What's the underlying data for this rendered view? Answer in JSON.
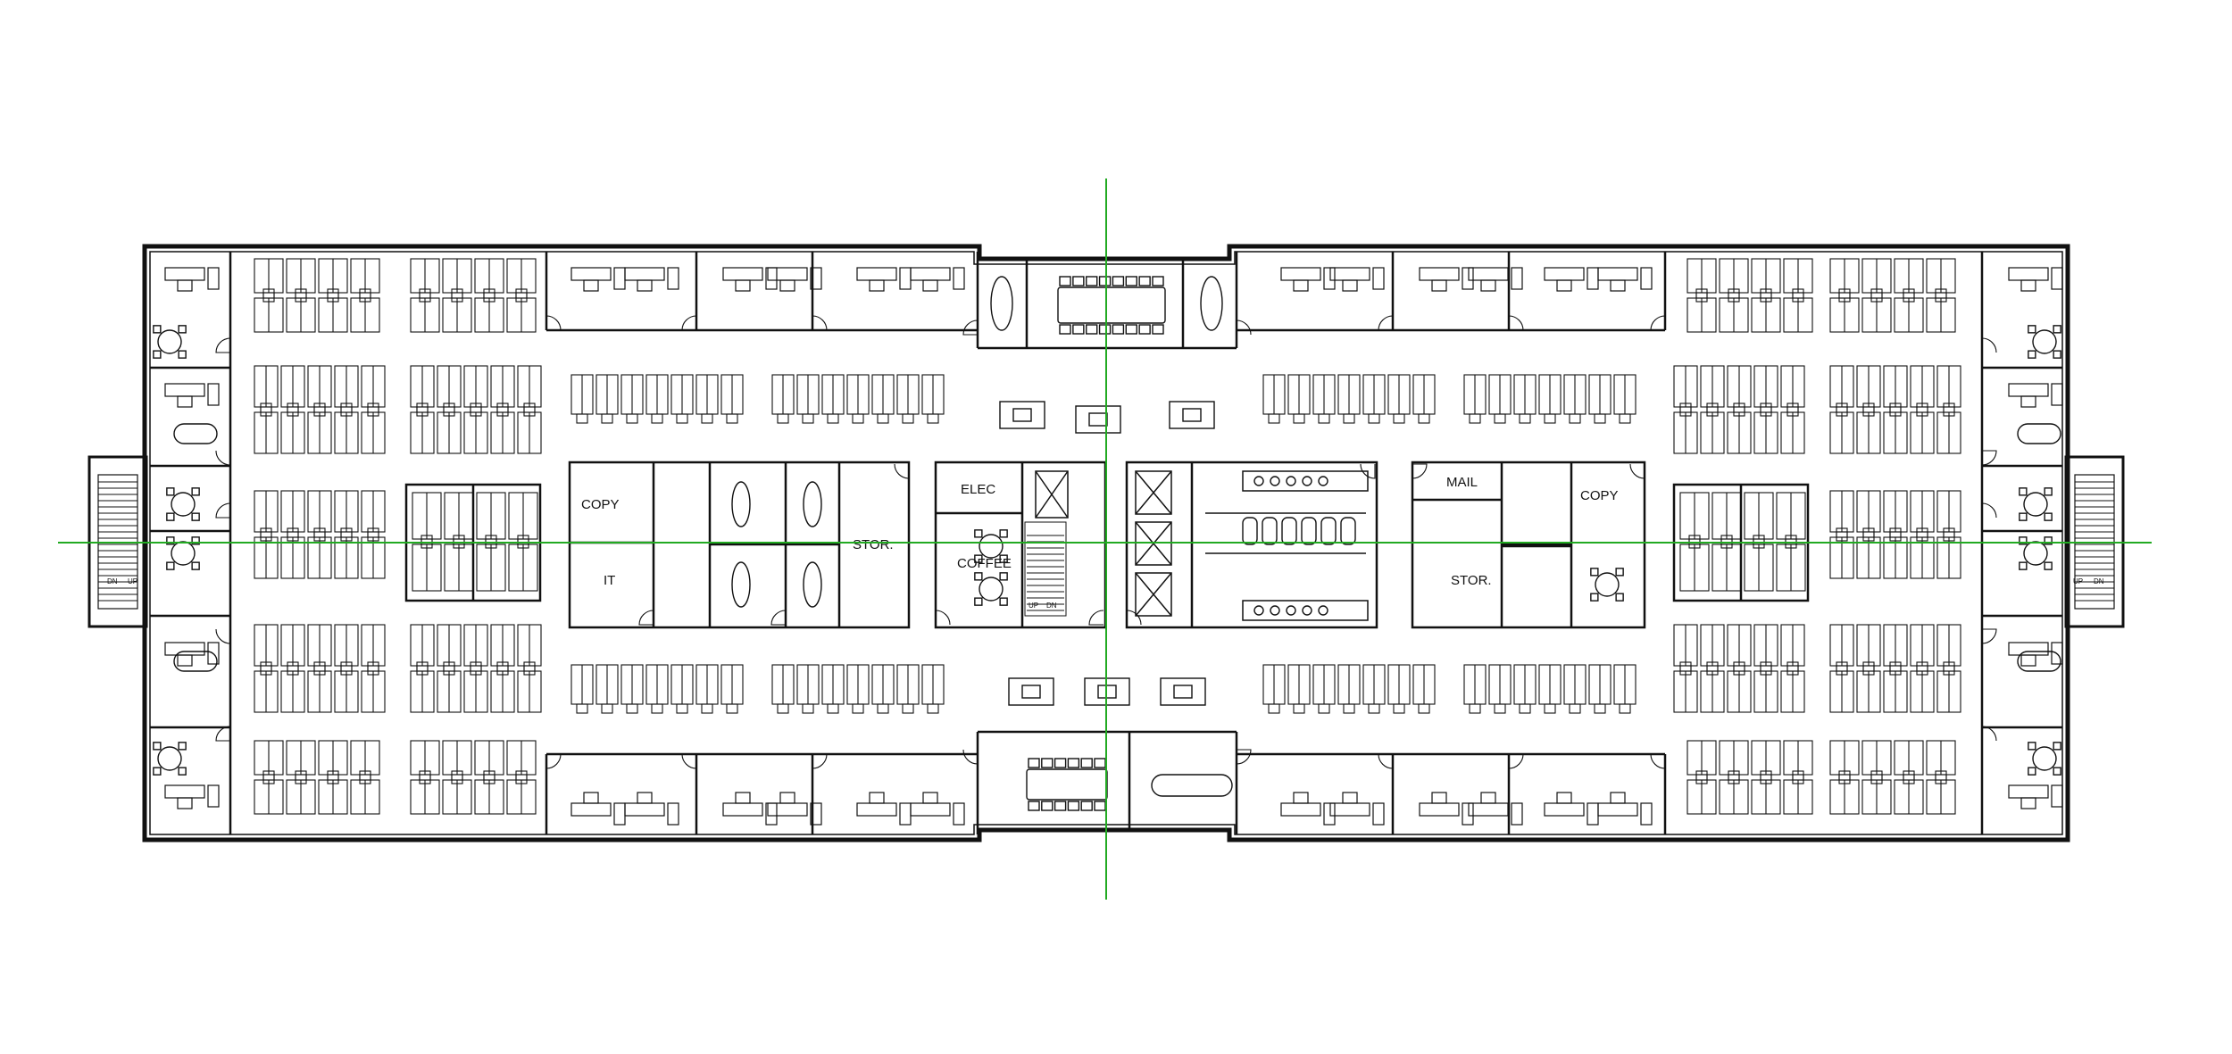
{
  "plan": {
    "room_labels": {
      "copy_west": "COPY",
      "it": "IT",
      "stor_west": "STOR.",
      "elec": "ELEC",
      "coffee": "COFFEE",
      "mail": "MAIL",
      "copy_east": "COPY",
      "stor_east": "STOR."
    },
    "stair_labels": {
      "west_dn": "DN",
      "west_up": "UP",
      "core_up": "UP",
      "core_dn": "DN",
      "east_up": "UP",
      "east_dn": "DN"
    },
    "colors": {
      "line": "#111111",
      "crosshair": "#22aa22",
      "background": "#ffffff"
    }
  }
}
